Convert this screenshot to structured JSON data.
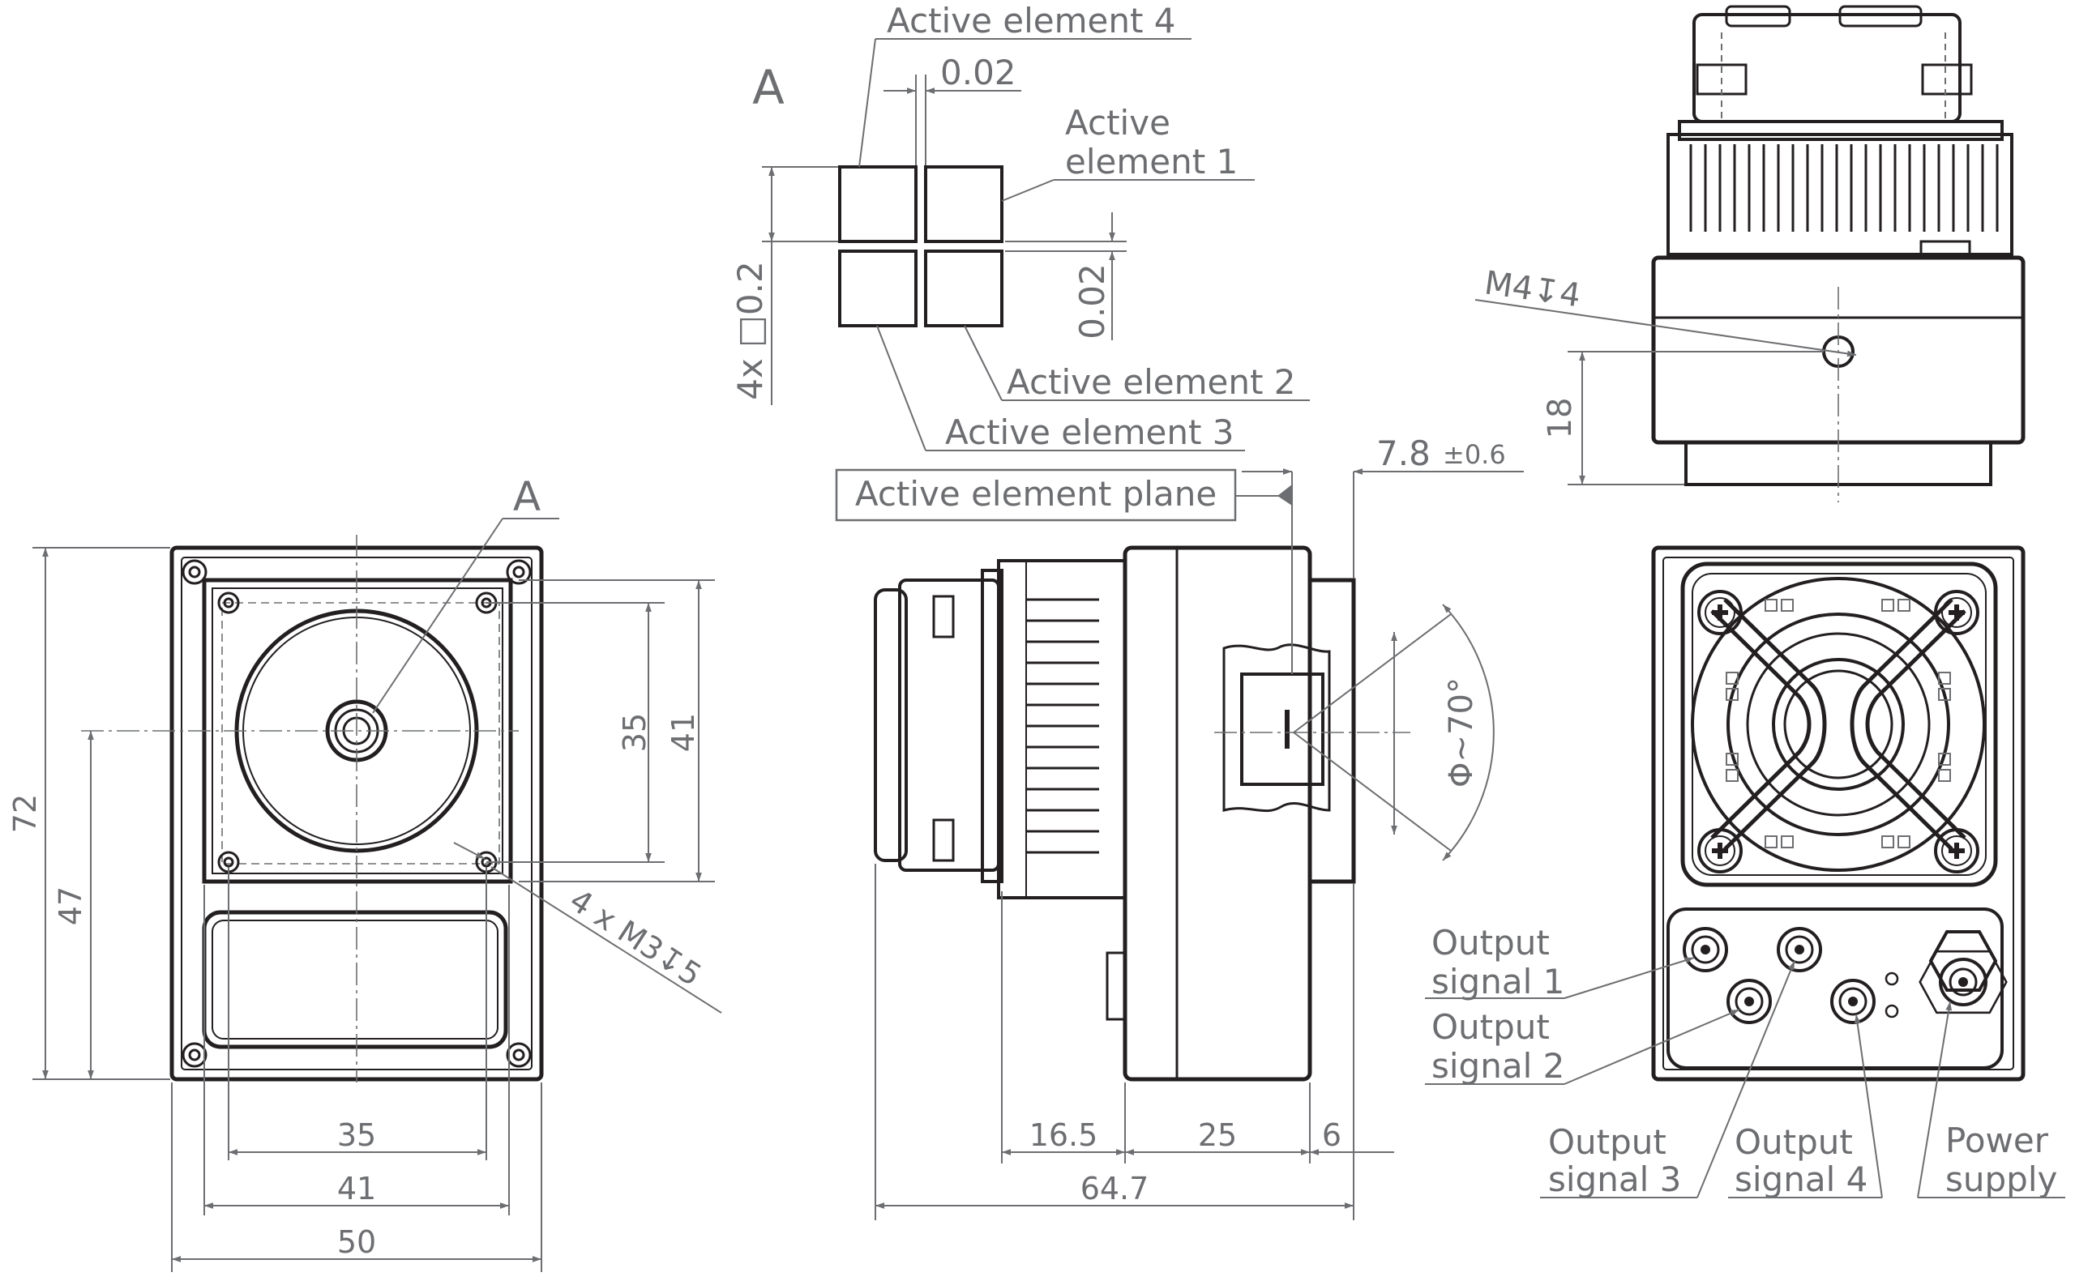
{
  "labels": {
    "active_element_1_line1": "Active",
    "active_element_1_line2": "element 1",
    "active_element_2": "Active element 2",
    "active_element_3": "Active element 3",
    "active_element_4": "Active element 4",
    "active_element_plane": "Active element plane",
    "detail_marker": "A",
    "view_marker": "A",
    "output_signal_1_line1": "Output",
    "output_signal_1_line2": "signal 1",
    "output_signal_2_line1": "Output",
    "output_signal_2_line2": "signal 2",
    "output_signal_3_line1": "Output",
    "output_signal_3_line2": "signal 3",
    "output_signal_4_line1": "Output",
    "output_signal_4_line2": "signal 4",
    "power_supply_line1": "Power",
    "power_supply_line2": "supply"
  },
  "dimensions": {
    "gap_horizontal": "0.02",
    "gap_vertical": "0.02",
    "element_size": "4x □0.2",
    "plane_offset": "7.8",
    "plane_tolerance": "±0.6",
    "field_of_view": "Φ~70°",
    "thread_top": "M4↧4",
    "thread_front": "4 x M3↧5",
    "height_18": "18",
    "front_72": "72",
    "front_47": "47",
    "front_35_v": "35",
    "front_41_v": "41",
    "front_35_h": "35",
    "front_41_h": "41",
    "front_50": "50",
    "side_16_5": "16.5",
    "side_25": "25",
    "side_6": "6",
    "side_64_7": "64.7"
  },
  "colors": {
    "line": "#231f20",
    "dimension": "#6d6e71",
    "background": "#ffffff"
  }
}
